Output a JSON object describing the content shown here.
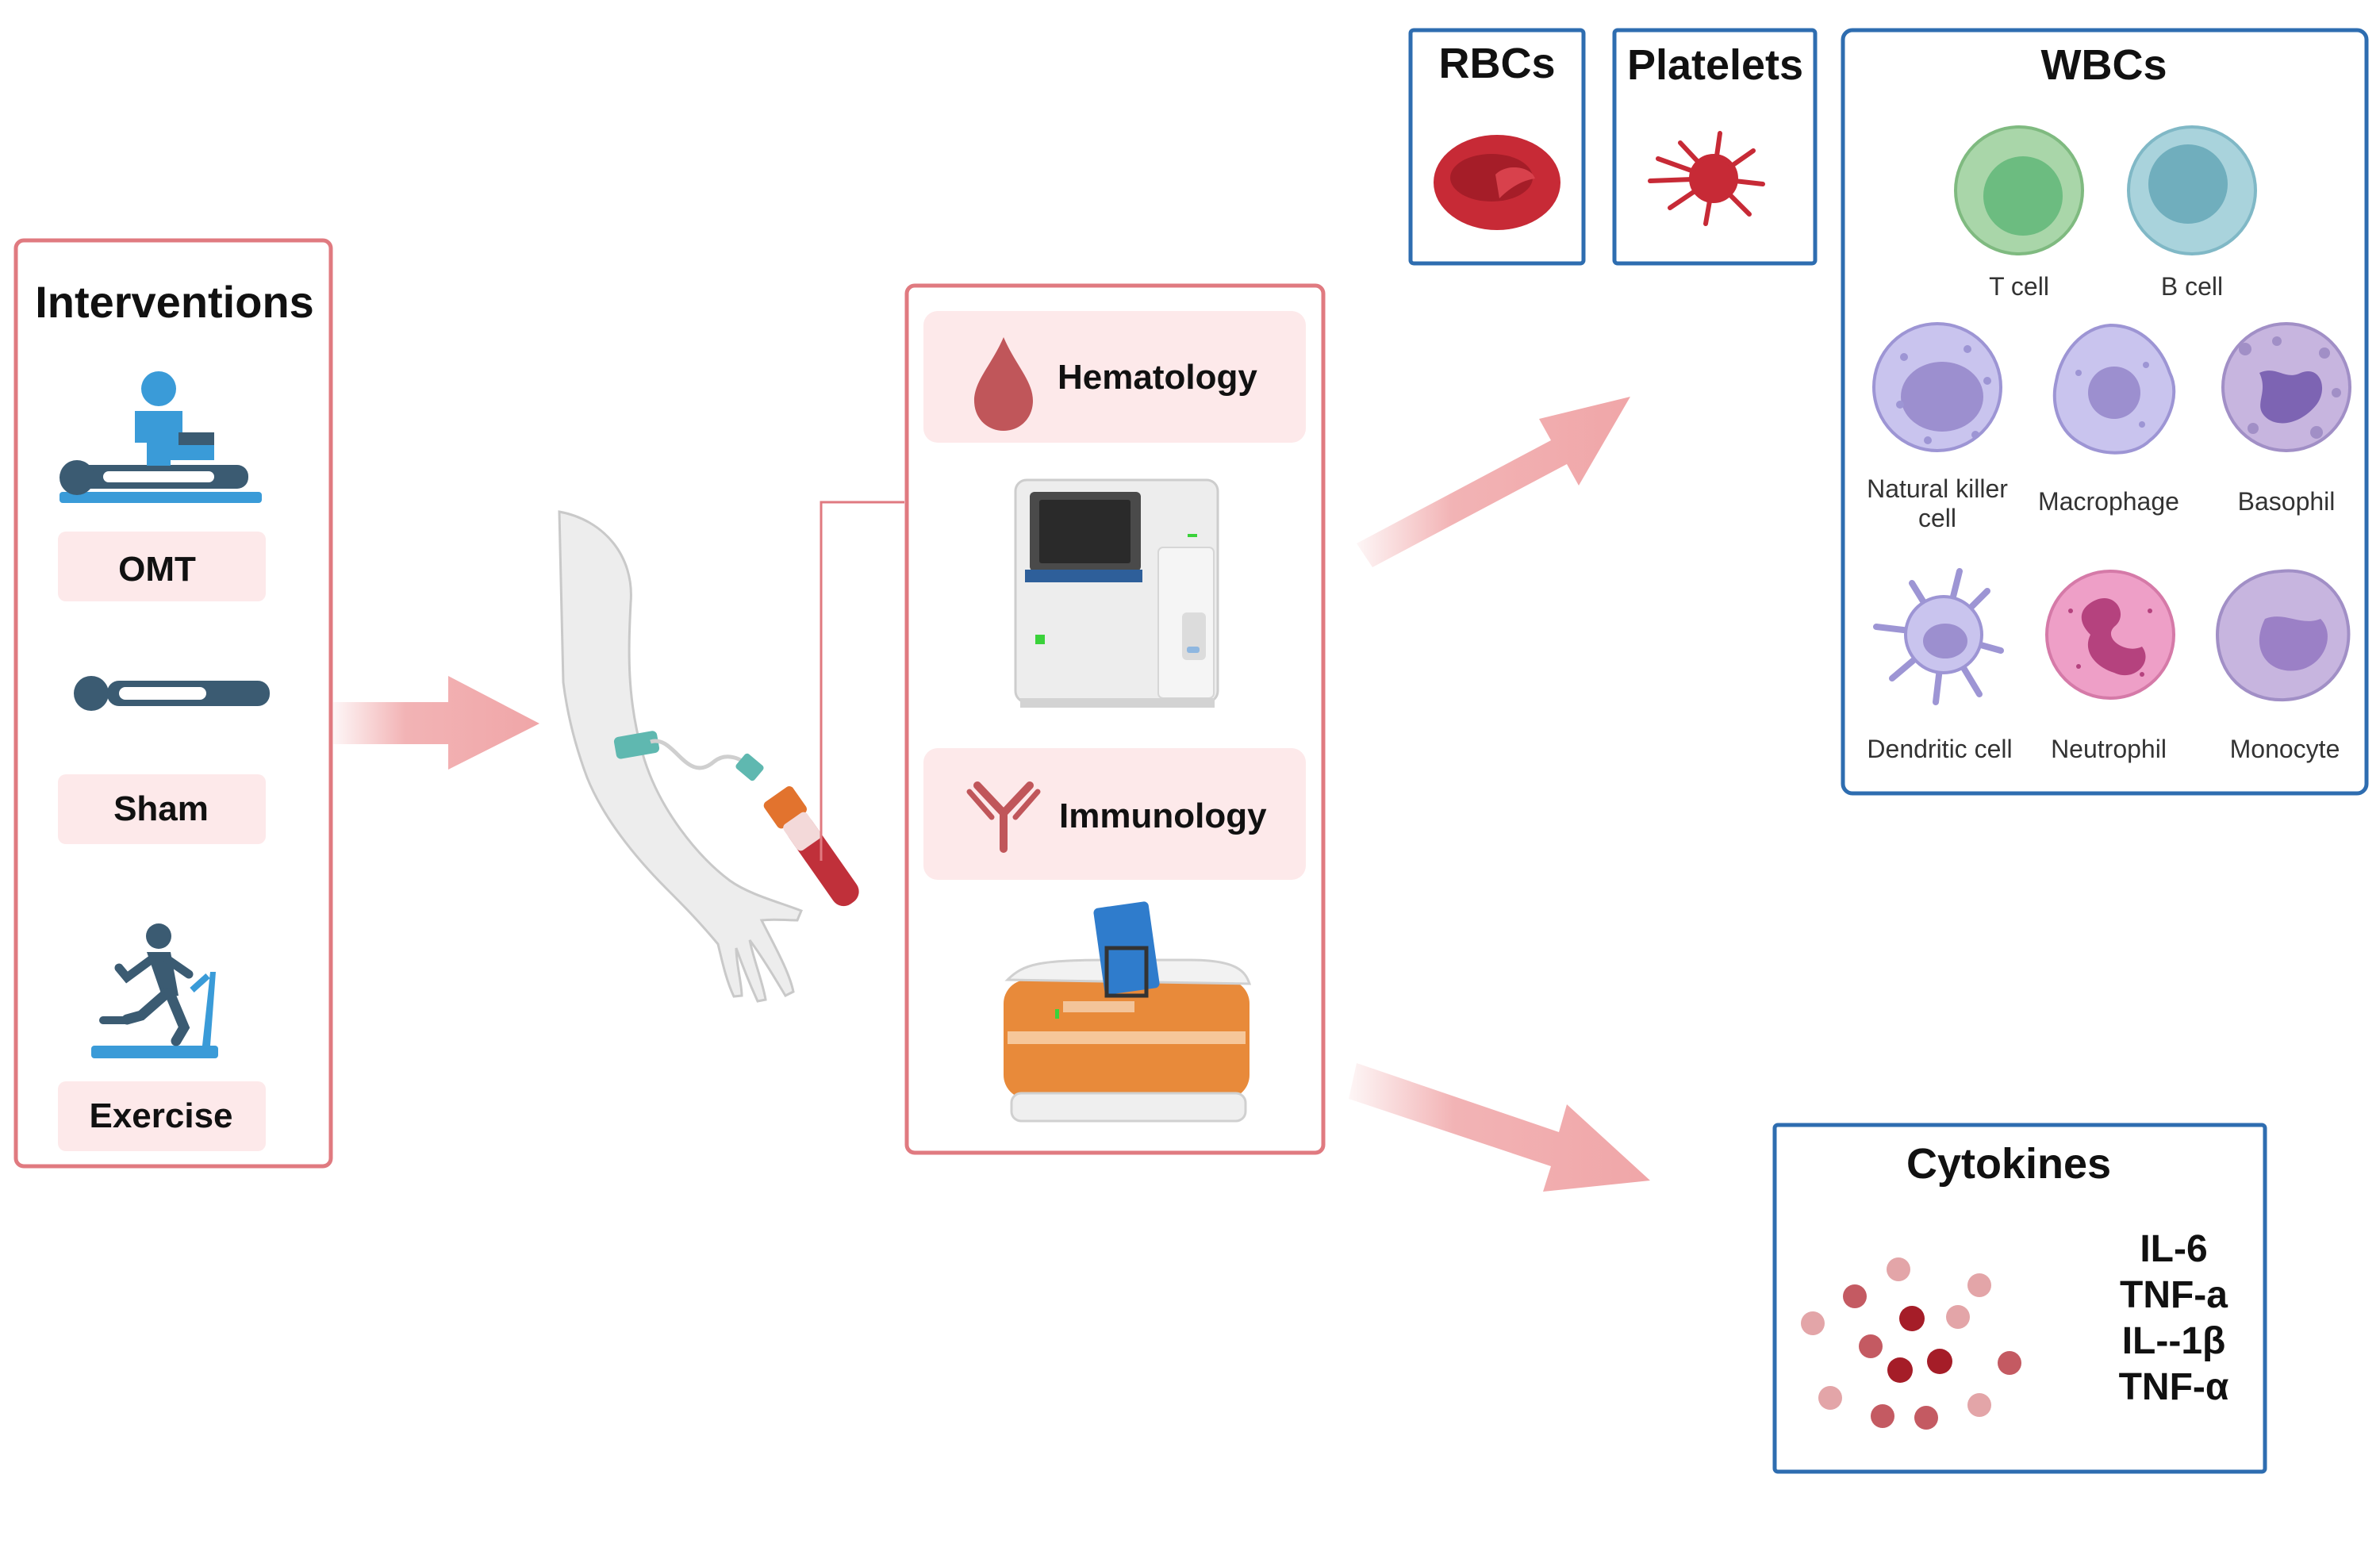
{
  "colors": {
    "left_box_border": "#e07a80",
    "pill_fill": "#fde9ea",
    "right_box_border": "#2e6db0",
    "arrow": "#f0a6a8",
    "figure_dark": "#3b5b72",
    "figure_blue": "#3a9bd8",
    "blood_red": "#c0303a"
  },
  "interventions": {
    "title": "Interventions",
    "items": [
      {
        "label": "OMT",
        "icon": "therapist-treating-patient-icon"
      },
      {
        "label": "Sham",
        "icon": "lying-patient-icon"
      },
      {
        "label": "Exercise",
        "icon": "treadmill-runner-icon"
      }
    ]
  },
  "blood_draw": {
    "icon": "arm-blood-draw-icon"
  },
  "analysis": {
    "hematology": {
      "label": "Hematology",
      "icon": "blood-drop-icon",
      "device": "hematology-analyzer-icon"
    },
    "immunology": {
      "label": "Immunology",
      "icon": "antibody-icon",
      "device": "elisa-plate-reader-icon"
    }
  },
  "rbcs": {
    "title": "RBCs",
    "icon": "red-blood-cell-icon"
  },
  "platelets": {
    "title": "Platelets",
    "icon": "platelet-icon"
  },
  "wbcs": {
    "title": "WBCs",
    "cells": [
      {
        "label": "T cell",
        "icon": "t-cell-icon"
      },
      {
        "label": "B cell",
        "icon": "b-cell-icon"
      },
      {
        "label": "Natural killer",
        "label2": "cell",
        "icon": "nk-cell-icon"
      },
      {
        "label": "Macrophage",
        "icon": "macrophage-icon"
      },
      {
        "label": "Basophil",
        "icon": "basophil-icon"
      },
      {
        "label": "Dendritic cell",
        "icon": "dendritic-cell-icon"
      },
      {
        "label": "Neutrophil",
        "icon": "neutrophil-icon"
      },
      {
        "label": "Monocyte",
        "icon": "monocyte-icon"
      }
    ]
  },
  "cytokines": {
    "title": "Cytokines",
    "icon": "cytokine-particles-icon",
    "list": [
      "IL-6",
      "TNF-a",
      "IL--1β",
      "TNF-α"
    ]
  }
}
